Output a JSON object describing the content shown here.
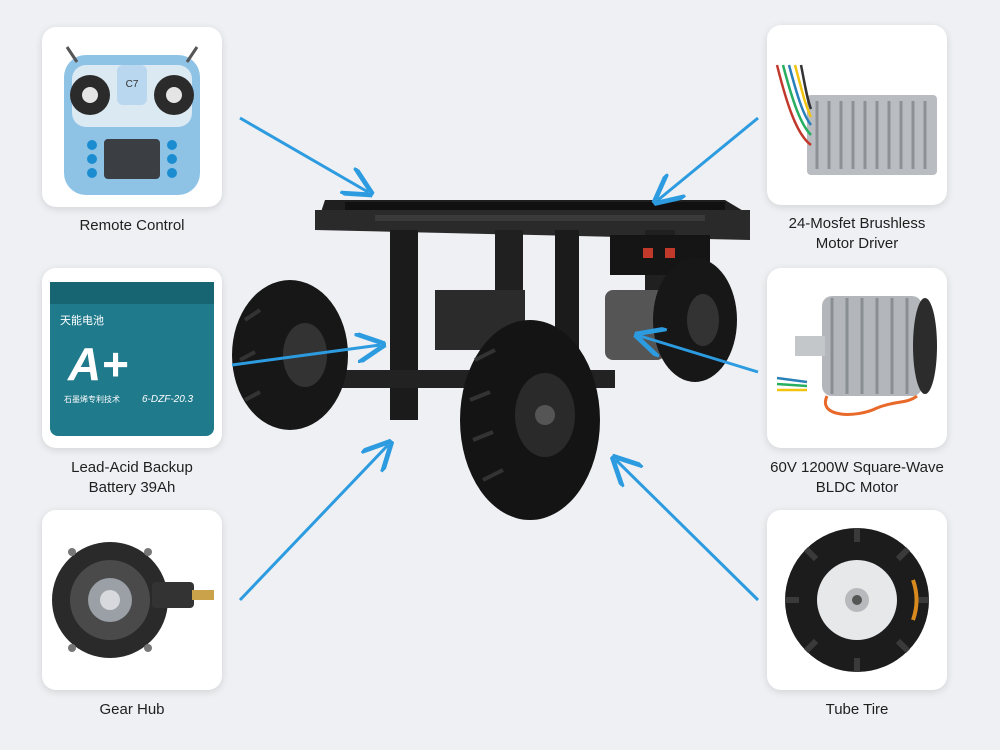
{
  "components": {
    "remote_control": {
      "label": "Remote Control",
      "icon": "remote-control-icon"
    },
    "battery": {
      "label_line1": "Lead-Acid Backup",
      "label_line2": "Battery 39Ah",
      "icon": "battery-icon",
      "brand": "天能电池",
      "grade": "A+",
      "model": "6-DZF-20.3",
      "tagline": "石墨烯专利技术"
    },
    "gear_hub": {
      "label": "Gear Hub",
      "icon": "gear-hub-icon"
    },
    "motor_driver": {
      "label_line1": "24-Mosfet Brushless",
      "label_line2": "Motor Driver",
      "icon": "motor-driver-icon"
    },
    "bldc_motor": {
      "label_line1": "60V 1200W Square-Wave",
      "label_line2": "BLDC Motor",
      "icon": "bldc-motor-icon"
    },
    "tube_tire": {
      "label": "Tube Tire",
      "icon": "tire-icon"
    }
  },
  "remote_screen_text": "C7",
  "colors": {
    "background": "#eef0f3",
    "card": "#ffffff",
    "arrow": "#2d9be0",
    "remote_body": "#8fc3e6",
    "battery_body": "#1f7a8c",
    "chassis": "#1b1b1b"
  }
}
